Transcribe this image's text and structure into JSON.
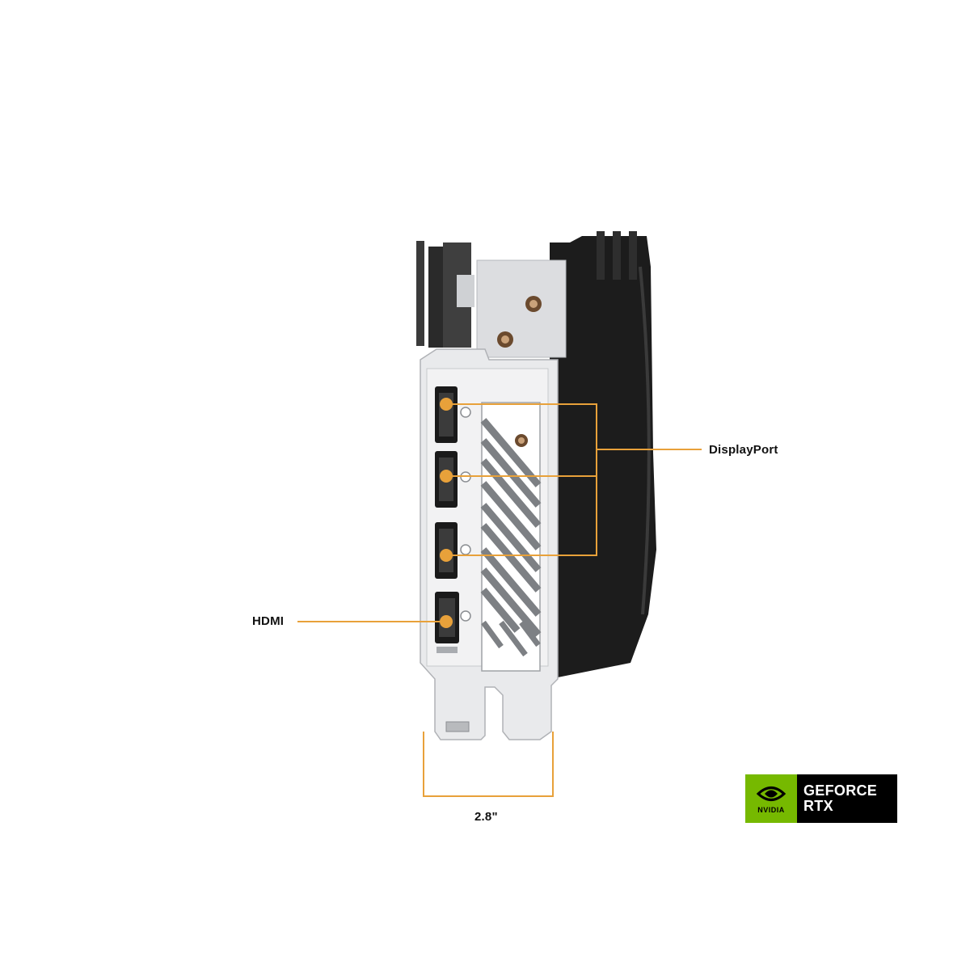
{
  "callouts": {
    "displayport": "DisplayPort",
    "hdmi": "HDMI",
    "width": "2.8\""
  },
  "badge": {
    "brand": "NVIDIA",
    "line1": "GEFORCE",
    "line2": "RTX"
  },
  "colors": {
    "accent_orange": "#e8a13a",
    "nvidia_green": "#76b900",
    "bracket_silver": "#e6e7e9",
    "shroud_black": "#1b1b1b"
  },
  "icons": {
    "port": "port-icon",
    "nvidia_eye": "nvidia-eye-icon"
  }
}
